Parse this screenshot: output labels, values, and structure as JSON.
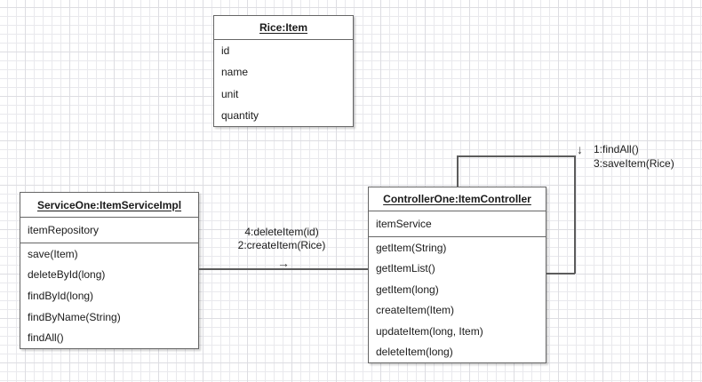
{
  "boxes": {
    "rice": {
      "title": "Rice:Item",
      "fields": [
        "id",
        "name",
        "unit",
        "quantity"
      ]
    },
    "service": {
      "title": "ServiceOne:ItemServiceImpl",
      "fields": [
        "itemRepository"
      ],
      "methods": [
        "save(Item)",
        "deleteById(long)",
        "findById(long)",
        "findByName(String)",
        "findAll()"
      ]
    },
    "controller": {
      "title": "ControllerOne:ItemController",
      "fields": [
        "itemService"
      ],
      "methods": [
        "getItem(String)",
        "getItemList()",
        "getItem(long)",
        "createItem(Item)",
        "updateItem(long, Item)",
        "deleteItem(long)"
      ]
    }
  },
  "edges": {
    "service_controller": {
      "label_line1": "4:deleteItem(id)",
      "label_line2": "2:createItem(Rice)",
      "direction_arrow": "→"
    },
    "controller_loop": {
      "direction_arrow": "↓",
      "label_line1": "1:findAll()",
      "label_line2": "3:saveItem(Rice)"
    }
  },
  "colors": {
    "canvas_bg": "#ffffff",
    "grid_minor": "#e9e9ed",
    "grid_major": "#dddde2",
    "box_border": "#666666",
    "edge_line": "#5c5c5c",
    "text": "#1a1a1a"
  }
}
